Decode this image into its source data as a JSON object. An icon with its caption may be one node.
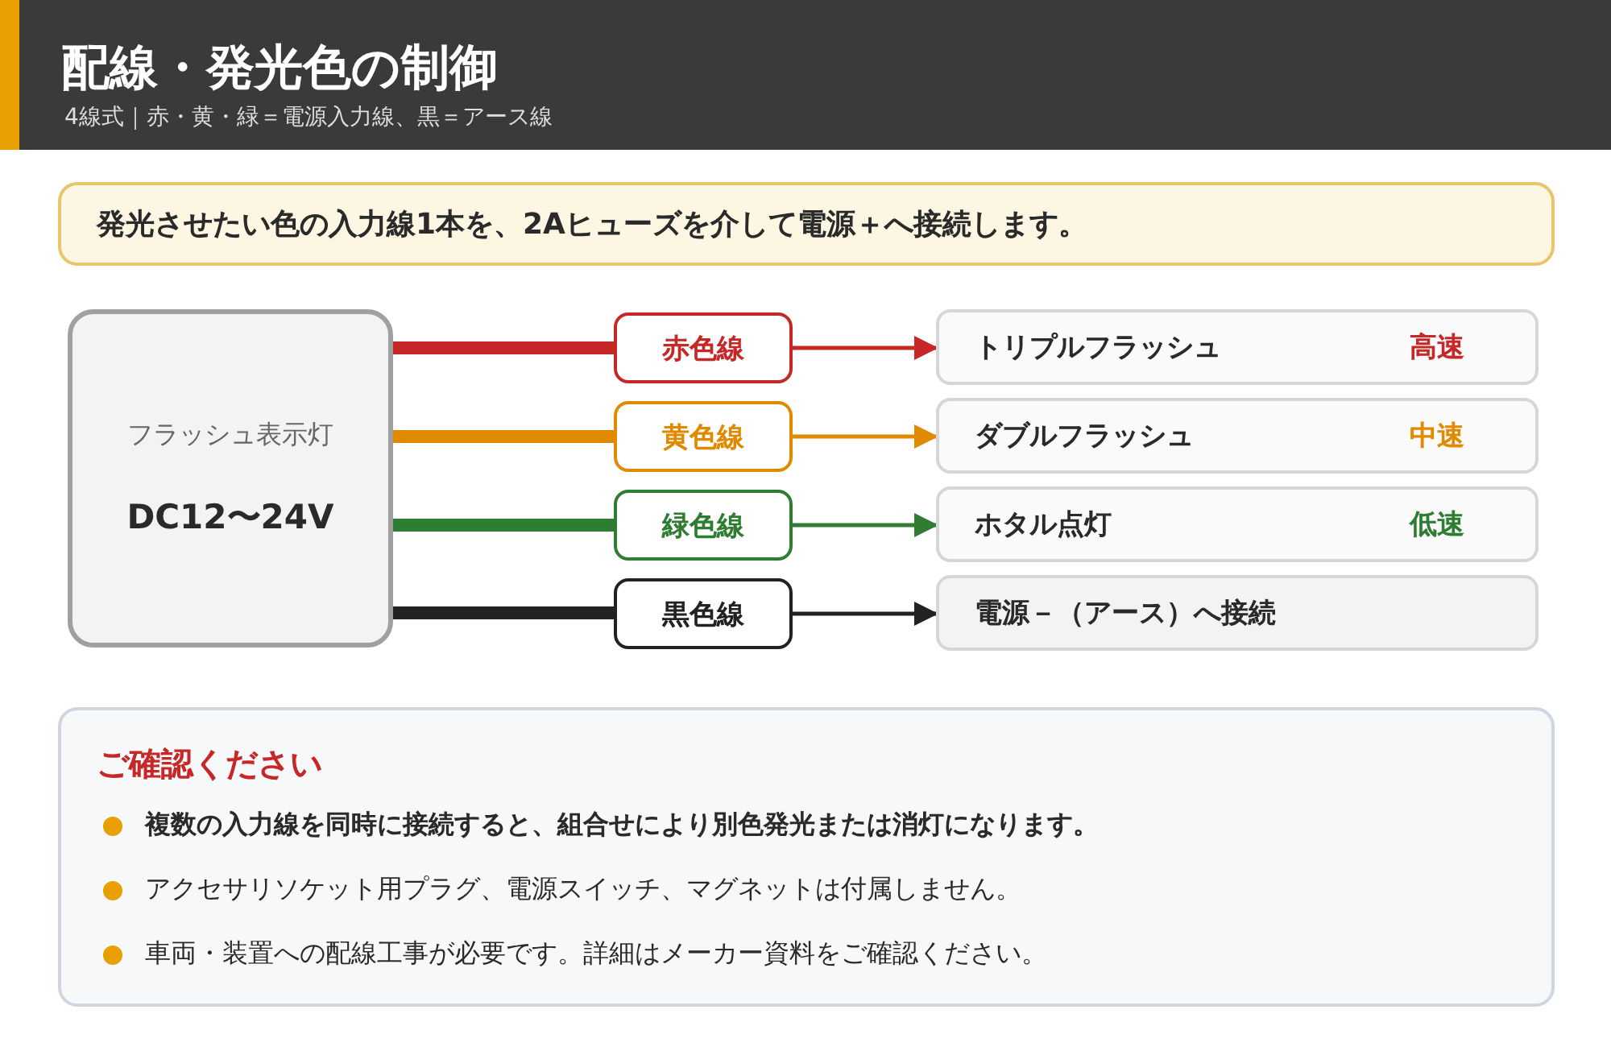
{
  "diagram": {
    "title": "配線・発光色の制御",
    "nodes": [
      {
        "text": [
          "発光させたい色の入力線1本を、2Aヒューズを介して電源＋へ接続します。"
        ]
      },
      {
        "text": [
          "フラッシュ表示灯",
          "DC12〜24V"
        ]
      },
      {
        "text": [
          "赤色線"
        ]
      },
      {
        "text": [
          "黄色線"
        ]
      },
      {
        "text": [
          "緑色線"
        ]
      },
      {
        "text": [
          "黒色線"
        ]
      },
      {
        "text": [
          "トリプルフラッシュ",
          "高速"
        ]
      },
      {
        "text": [
          "ダブルフラッシュ",
          "中速"
        ]
      },
      {
        "text": [
          "ホタル点灯",
          "低速"
        ]
      },
      {
        "text": [
          "電源－（アース）へ接続"
        ]
      },
      {
        "text": [
          "ご確認ください",
          "複数の入力線を同時に接続すると、組合せにより別色発光または消灯になります。",
          "アクセサリソケット用プラグ、電源スイッチ、マグネットは付属しません。",
          "車両・装置への配線工事が必要です。詳細はメーカー資料をご確認ください。"
        ]
      }
    ],
    "edges": [
      {
        "from": 1,
        "to": 2,
        "arrow": "none",
        "style": "thick",
        "color": "#c62828"
      },
      {
        "from": 1,
        "to": 3,
        "arrow": "none",
        "style": "thick",
        "color": "#e08a00"
      },
      {
        "from": 1,
        "to": 4,
        "arrow": "none",
        "style": "thick",
        "color": "#2e7d32"
      },
      {
        "from": 1,
        "to": 5,
        "arrow": "none",
        "style": "thick",
        "color": "#222222"
      },
      {
        "from": 2,
        "to": 6,
        "arrow": "to",
        "color": "#c62828"
      },
      {
        "from": 3,
        "to": 7,
        "arrow": "to",
        "color": "#e08a00"
      },
      {
        "from": 4,
        "to": 8,
        "arrow": "to",
        "color": "#2e7d32"
      },
      {
        "from": 5,
        "to": 9,
        "arrow": "to",
        "color": "#222222"
      }
    ],
    "labels": [
      "4線式｜赤・黄・緑＝電源入力線、黒＝アース線"
    ]
  }
}
